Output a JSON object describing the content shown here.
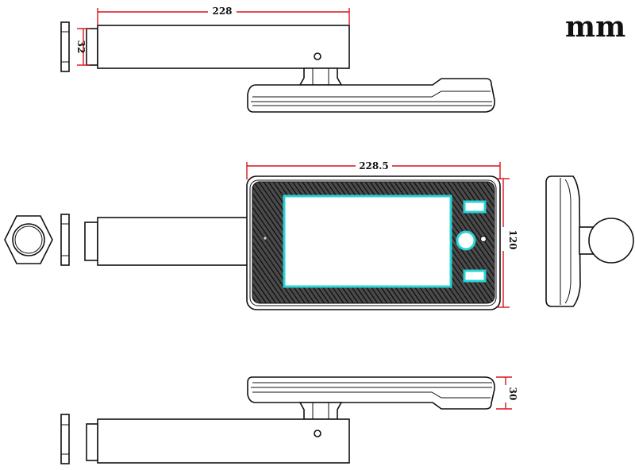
{
  "units": "mm",
  "dimensions": {
    "top_width": "228",
    "top_height": "32",
    "front_width": "228.5",
    "front_height": "120",
    "bottom_depth": "30"
  },
  "colors": {
    "dimension_line": "#d8141c",
    "screen_outline": "#29d3d6",
    "line": "#111111",
    "background": "#ffffff"
  }
}
